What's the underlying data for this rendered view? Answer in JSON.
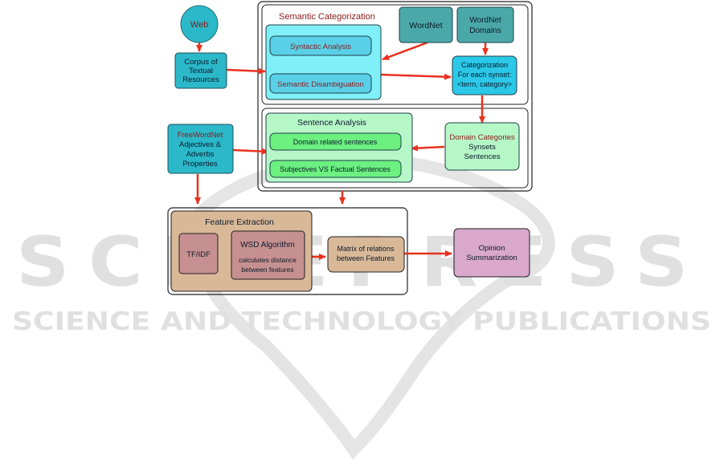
{
  "watermark": {
    "brand": "SCITEPRESS",
    "tagline": "SCIENCE AND TECHNOLOGY PUBLICATIONS",
    "color": "#c8c8c8"
  },
  "colors": {
    "arrow": "#e8311f",
    "dark_red_text": "#8b1a1a",
    "teal": "#2bb8c8",
    "teal_dark": "#4aa8a8",
    "cyan_panel": "#7ff0f8",
    "cyan_inner": "#5ad0e8",
    "green_panel": "#b6f7c8",
    "green_inner": "#6cf080",
    "tan_panel": "#d9b898",
    "rose": "#c79090",
    "pink": "#d9a8cc"
  },
  "nodes": {
    "web": "Web",
    "corpus": [
      "Corpus of",
      "Textual",
      "Resources"
    ],
    "semantic_categorization": "Semantic Categorization",
    "syntactic_analysis": "Syntactic Analysis",
    "semantic_disambiguation": "Semantic Disambiguation",
    "wordnet": "WordNet",
    "wordnet_domains": [
      "WordNet",
      "Domains"
    ],
    "categorization": [
      "Categorization",
      "For each synset:",
      "<term, category>"
    ],
    "sentence_analysis": "Sentence Analysis",
    "domain_related": "Domain related sentences",
    "subjectives": "Subjectives VS Factual Sentences",
    "freewordnet": [
      "FreeWordNet",
      "Adjectives &",
      "Adverbs",
      "Properties"
    ],
    "domain_categories": [
      "Domain Categories",
      "Synsets",
      "Sentences"
    ],
    "feature_extraction": "Feature Extraction",
    "tfidf": "TF/IDF",
    "wsd_algorithm": [
      "WSD Algorithm",
      "calculates distance",
      "between features"
    ],
    "matrix": [
      "Matrix of relations",
      "between Features"
    ],
    "opinion": [
      "Opinion",
      "Summarization"
    ]
  }
}
